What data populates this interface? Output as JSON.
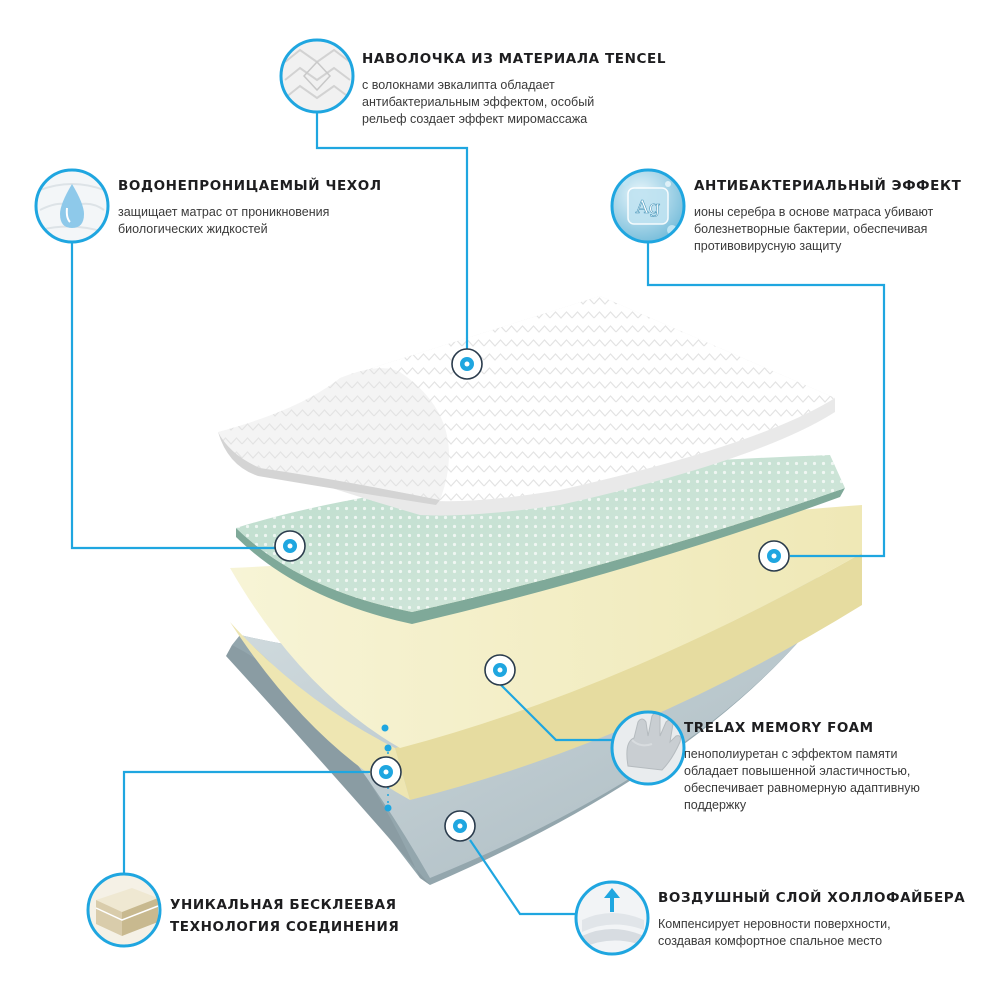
{
  "features": {
    "tencel": {
      "title": "НАВОЛОЧКА ИЗ МАТЕРИАЛА TENCEL",
      "desc": [
        "с волокнами эвкалипта обладает",
        "антибактериальным эффектом, особый",
        "рельеф создает эффект миромассажа"
      ],
      "icon": "fabric-texture-icon"
    },
    "waterproof": {
      "title": "ВОДОНЕПРОНИЦАЕМЫЙ ЧЕХОЛ",
      "desc": [
        "защищает матрас от проникновения",
        "биологических жидкостей"
      ],
      "icon": "water-drop-icon"
    },
    "antibacterial": {
      "title": "АНТИБАКТЕРИАЛЬНЫЙ ЭФФЕКТ",
      "desc": [
        "ионы серебра в основе матраса убивают",
        "болезнетворные бактерии, обеспечивая",
        "противовирусную защиту"
      ],
      "icon": "silver-ag-icon",
      "icon_text": "Ag"
    },
    "memory_foam": {
      "title": "TRELAX MEMORY FOAM",
      "desc": [
        "пенополиуретан с эффектом памяти",
        "обладает повышенной эластичностью,",
        "обеспечивает равномерную адаптивную",
        "поддержку"
      ],
      "icon": "hand-imprint-icon"
    },
    "glueless": {
      "title": [
        "УНИКАЛЬНАЯ БЕСКЛЕЕВАЯ",
        "ТЕХНОЛОГИЯ СОЕДИНЕНИЯ"
      ],
      "icon": "layered-block-icon"
    },
    "hollofiber": {
      "title": "ВОЗДУШНЫЙ СЛОЙ ХОЛЛОФАЙБЕРА",
      "desc": [
        "Компенсирует неровности поверхности,",
        "создавая комфортное спальное место"
      ],
      "icon": "airflow-icon"
    }
  },
  "colors": {
    "accent": "#1fa6e0",
    "marker_ring": "#2a3b4c",
    "cover": "#ffffff",
    "waterproof_layer": "#cfe3d8",
    "foam_layer": "#f4f0c8",
    "hollofiber_layer": "#b7c6cc"
  }
}
